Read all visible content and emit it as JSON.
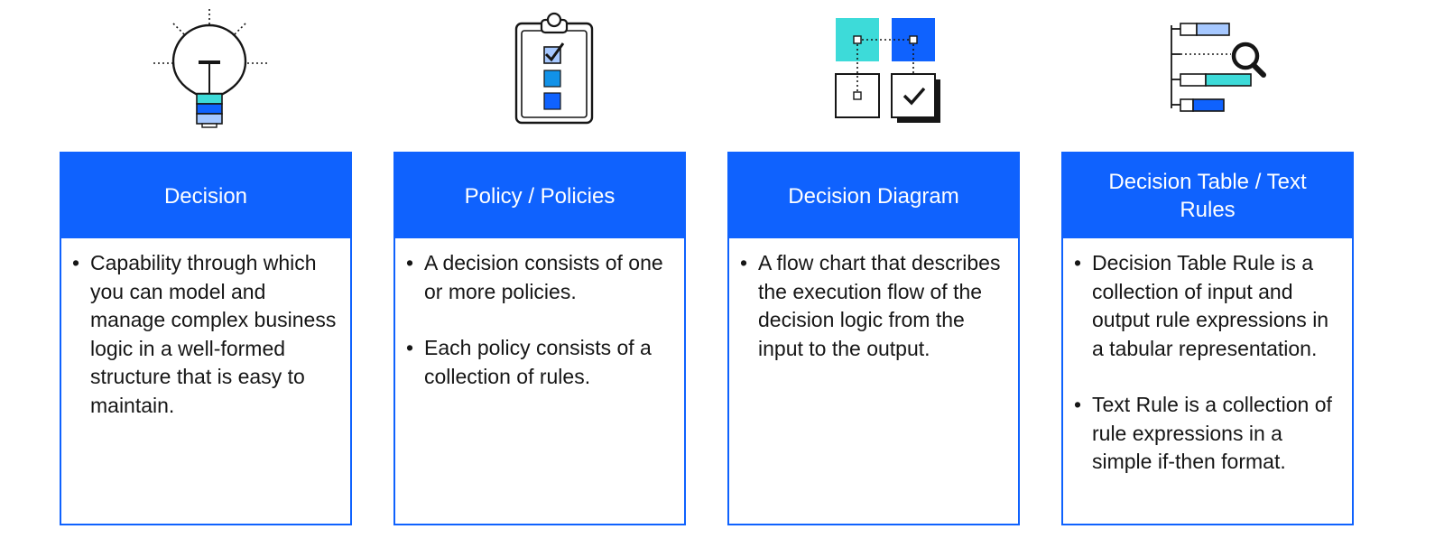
{
  "colors": {
    "blue": "#0f62fe",
    "light_blue": "#1192e8",
    "pale_blue": "#a6c8ff",
    "teal": "#3ddbd9",
    "dark": "#161616"
  },
  "cards": [
    {
      "icon": "lightbulb-icon",
      "title": "Decision",
      "bullets": [
        "Capability through which you can model and manage complex business logic in a well-formed structure that is easy to maintain."
      ]
    },
    {
      "icon": "clipboard-checklist-icon",
      "title": "Policy / Policies",
      "bullets": [
        "A decision consists of one or more policies.",
        "Each policy consists of a collection of rules."
      ]
    },
    {
      "icon": "decision-diagram-icon",
      "title": "Decision Diagram",
      "bullets": [
        "A flow chart that describes the execution flow of the decision logic from the input to the output."
      ]
    },
    {
      "icon": "table-search-icon",
      "title": "Decision Table / Text Rules",
      "bullets": [
        "Decision Table Rule is a collection of input and output rule expressions in a tabular representation.",
        "Text Rule is a collection of rule expressions in a simple if-then format."
      ]
    }
  ]
}
